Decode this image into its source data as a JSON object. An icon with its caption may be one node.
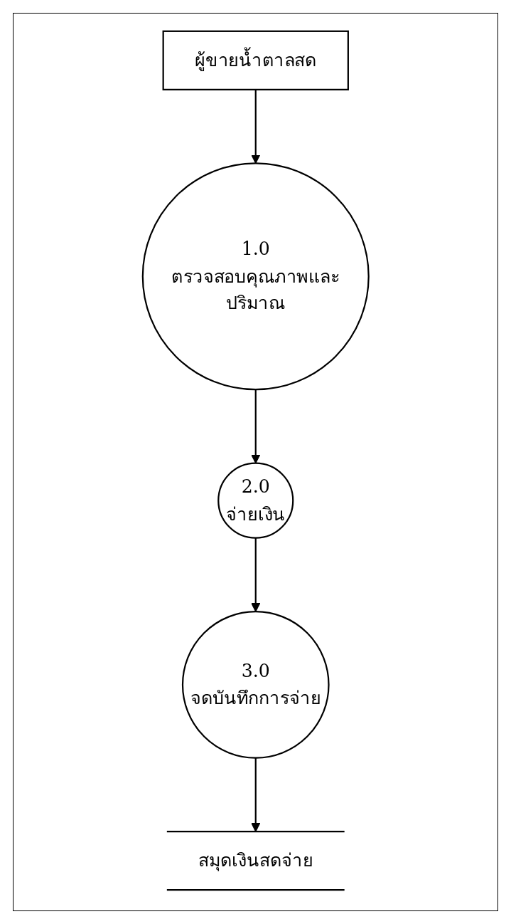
{
  "diagram": {
    "nodes": [
      {
        "text": [
          "ผู้ขายน้ำตาลสด"
        ]
      },
      {
        "text": [
          "1.0",
          "ตรวจสอบคุณภาพและปริมาณ"
        ]
      },
      {
        "text": [
          "2.0",
          "จ่ายเงิน"
        ]
      },
      {
        "text": [
          "3.0",
          "จดบันทึกการจ่าย"
        ]
      },
      {
        "text": [
          "สมุดเงินสดจ่าย"
        ]
      }
    ],
    "edges": [
      {
        "from": 0,
        "to": 1,
        "arrow": "to"
      },
      {
        "from": 1,
        "to": 2,
        "arrow": "to"
      },
      {
        "from": 2,
        "to": 3,
        "arrow": "to"
      },
      {
        "from": 3,
        "to": 4,
        "arrow": "to"
      }
    ]
  }
}
